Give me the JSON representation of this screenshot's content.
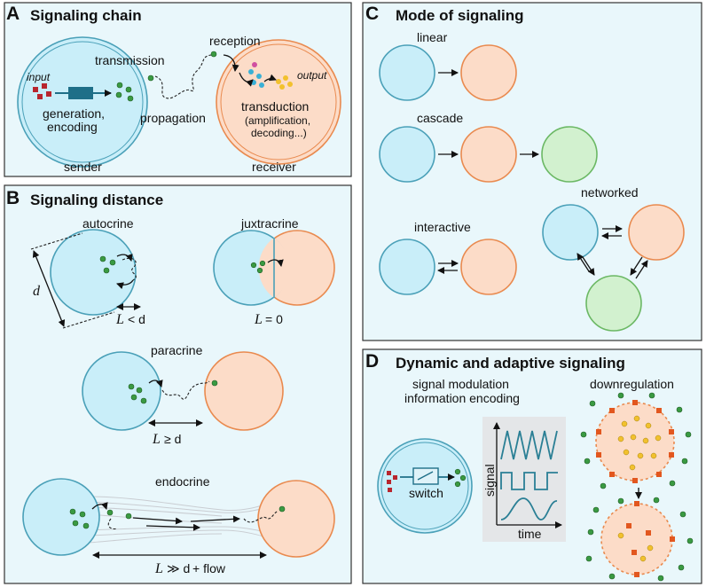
{
  "panelA": {
    "letter": "A",
    "title": "Signaling chain",
    "input": "input",
    "transmission": "transmission",
    "reception": "reception",
    "output": "output",
    "generation": "generation,",
    "encoding": "encoding",
    "propagation": "propagation",
    "transduction": "transduction",
    "amplification": "(amplification,",
    "decoding": "decoding...)",
    "sender": "sender",
    "receiver": "receiver"
  },
  "panelB": {
    "letter": "B",
    "title": "Signaling distance",
    "autocrine": "autocrine",
    "juxtracrine": "juxtracrine",
    "paracrine": "paracrine",
    "endocrine": "endocrine",
    "d": "d",
    "auto_L": "L",
    "auto_rel": "< d",
    "juxta_L": "L",
    "juxta_rel": "= 0",
    "para_L": "L",
    "para_rel": "≥ d",
    "endo_L": "L",
    "endo_rel": "≫ d",
    "endo_flow": "+ flow"
  },
  "panelC": {
    "letter": "C",
    "title": "Mode of signaling",
    "linear": "linear",
    "cascade": "cascade",
    "networked": "networked",
    "interactive": "interactive"
  },
  "panelD": {
    "letter": "D",
    "title": "Dynamic and adaptive signaling",
    "modulation1": "signal modulation",
    "modulation2": "information encoding",
    "downregulation": "downregulation",
    "switch": "switch",
    "signal": "signal",
    "time": "time"
  },
  "colors": {
    "blue_cell": "#c9eef9",
    "orange_cell": "#fcdcc8",
    "green_cell": "#d2f1cf",
    "panel_bg": "#e9f7fb",
    "signal_dot": "#3a9a42",
    "trace": "#2a7f95"
  }
}
